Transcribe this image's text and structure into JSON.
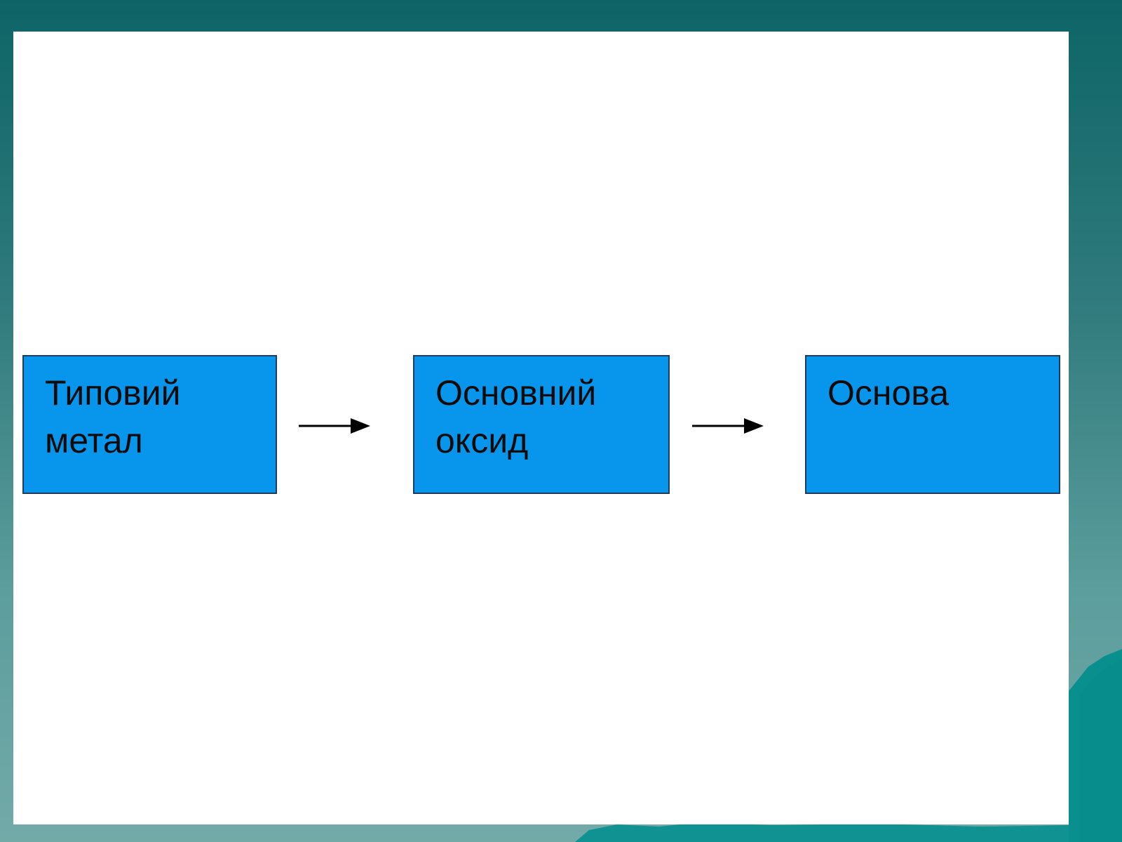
{
  "diagram": {
    "nodes": [
      {
        "id": "typical-metal",
        "lines": [
          "Типовий",
          "метал"
        ]
      },
      {
        "id": "basic-oxide",
        "lines": [
          "Основний",
          "оксид"
        ]
      },
      {
        "id": "base",
        "lines": [
          "Основа"
        ]
      }
    ],
    "edges": [
      {
        "from": "typical-metal",
        "to": "basic-oxide"
      },
      {
        "from": "basic-oxide",
        "to": "base"
      }
    ]
  },
  "colors": {
    "box_fill": "#0796ec",
    "box_border": "#1f3d5a",
    "arrow": "#000000",
    "panel": "#ffffff",
    "background_top": "#0d6466",
    "background_bottom": "#72aaa8"
  }
}
